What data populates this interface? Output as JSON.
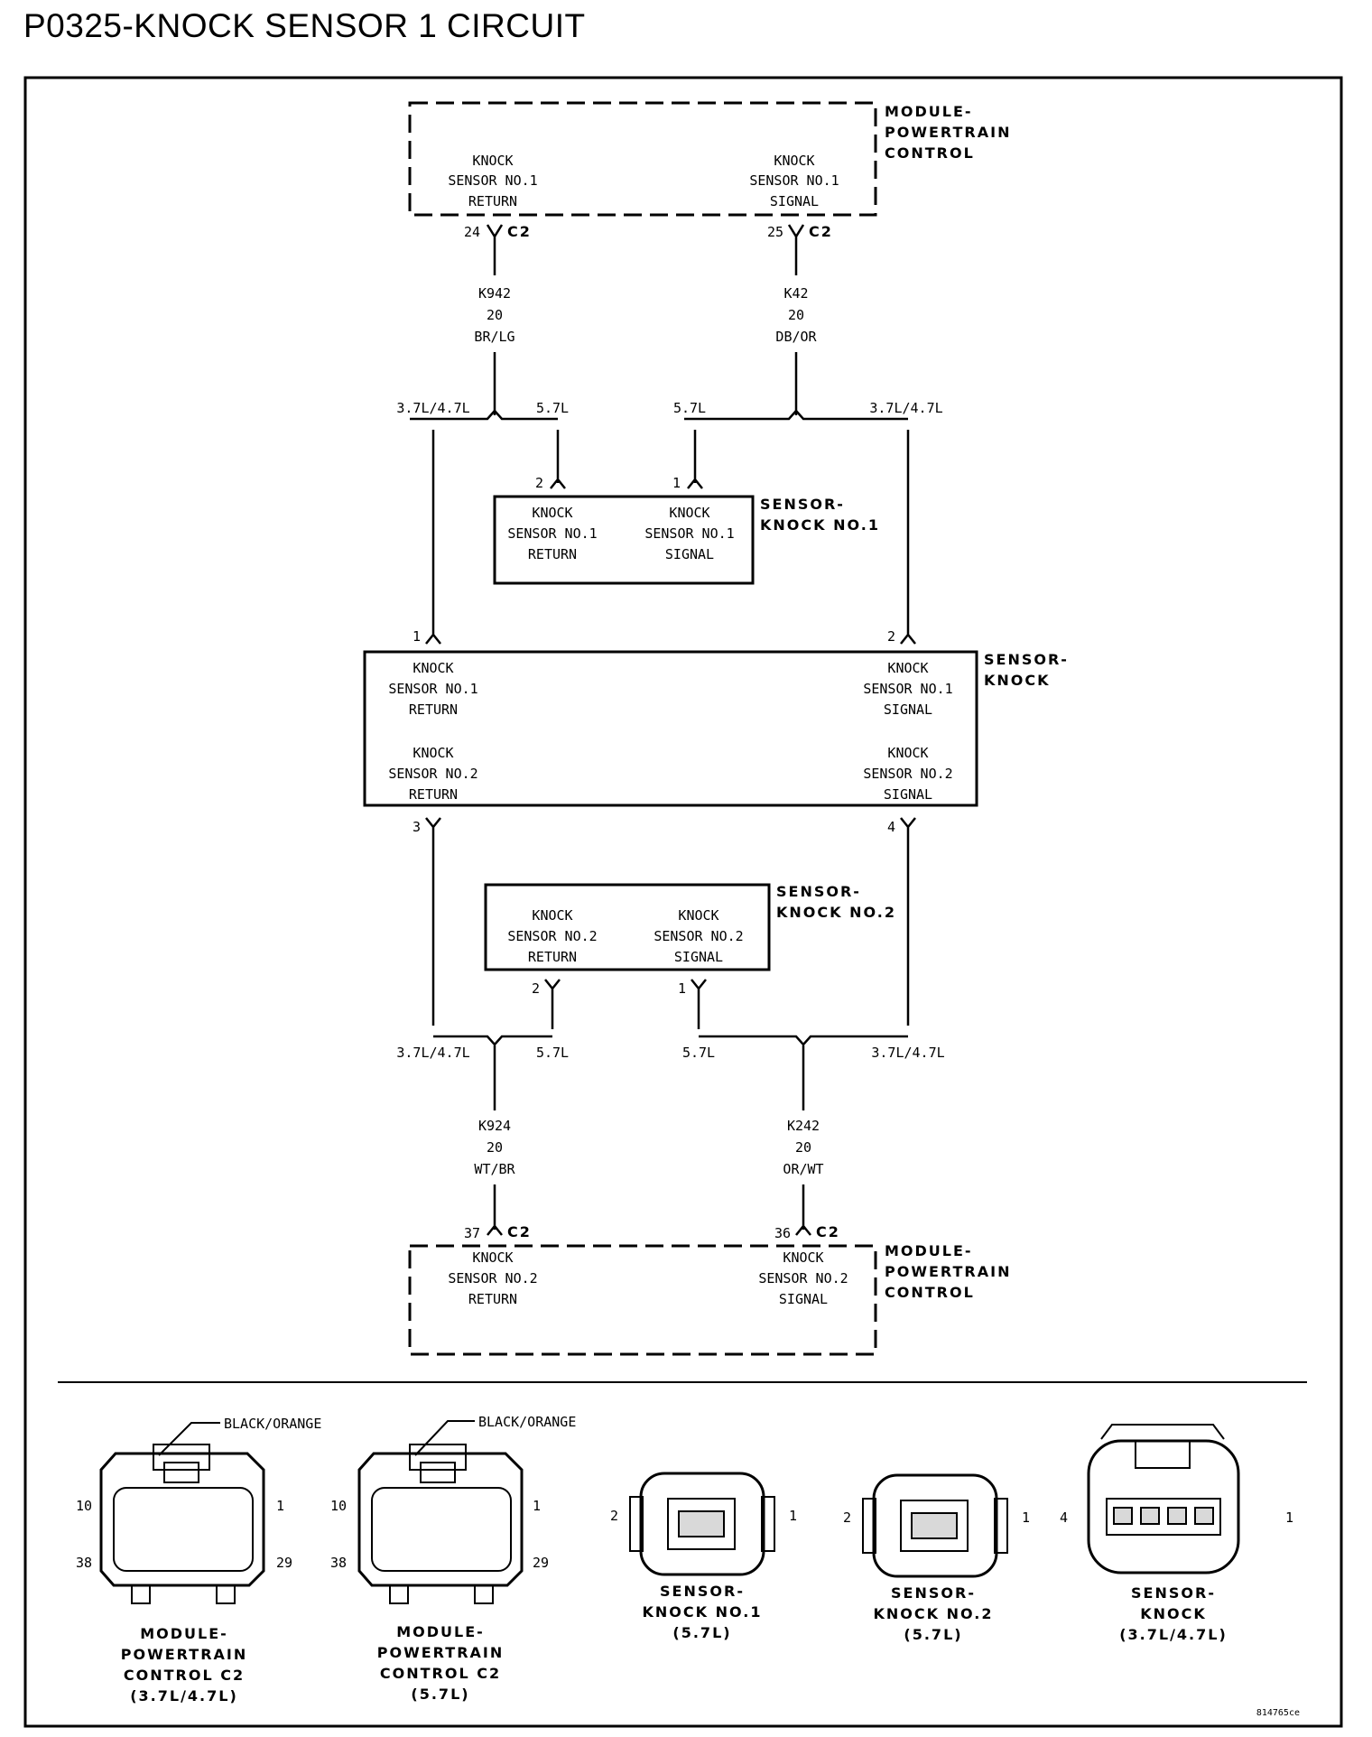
{
  "title": "P0325-KNOCK SENSOR 1 CIRCUIT",
  "pcm_top": {
    "name": [
      "MODULE-",
      "POWERTRAIN",
      "CONTROL"
    ],
    "left_pin": [
      "KNOCK",
      "SENSOR NO.1",
      "RETURN"
    ],
    "right_pin": [
      "KNOCK",
      "SENSOR NO.1",
      "SIGNAL"
    ],
    "left_cavity": "24",
    "left_conn": "C2",
    "right_cavity": "25",
    "right_conn": "C2"
  },
  "wire_top_left": [
    "K942",
    "20",
    "BR/LG"
  ],
  "wire_top_right": [
    "K42",
    "20",
    "DB/OR"
  ],
  "split_top": {
    "a": "3.7L/4.7L",
    "b": "5.7L",
    "c": "5.7L",
    "d": "3.7L/4.7L"
  },
  "sensor1": {
    "name": [
      "SENSOR-",
      "KNOCK NO.1"
    ],
    "left_pin": [
      "KNOCK",
      "SENSOR NO.1",
      "RETURN"
    ],
    "right_pin": [
      "KNOCK",
      "SENSOR NO.1",
      "SIGNAL"
    ],
    "left_cavity": "2",
    "right_cavity": "1"
  },
  "sensor_knock": {
    "name": [
      "SENSOR-",
      "KNOCK"
    ],
    "tl": [
      "KNOCK",
      "SENSOR NO.1",
      "RETURN"
    ],
    "tr": [
      "KNOCK",
      "SENSOR NO.1",
      "SIGNAL"
    ],
    "bl": [
      "KNOCK",
      "SENSOR NO.2",
      "RETURN"
    ],
    "br": [
      "KNOCK",
      "SENSOR NO.2",
      "SIGNAL"
    ],
    "cav_tl": "1",
    "cav_tr": "2",
    "cav_bl": "3",
    "cav_br": "4"
  },
  "sensor2": {
    "name": [
      "SENSOR-",
      "KNOCK NO.2"
    ],
    "left_pin": [
      "KNOCK",
      "SENSOR NO.2",
      "RETURN"
    ],
    "right_pin": [
      "KNOCK",
      "SENSOR NO.2",
      "SIGNAL"
    ],
    "left_cavity": "2",
    "right_cavity": "1"
  },
  "split_bottom": {
    "a": "3.7L/4.7L",
    "b": "5.7L",
    "c": "5.7L",
    "d": "3.7L/4.7L"
  },
  "wire_bottom_left": [
    "K924",
    "20",
    "WT/BR"
  ],
  "wire_bottom_right": [
    "K242",
    "20",
    "OR/WT"
  ],
  "pcm_bottom": {
    "name": [
      "MODULE-",
      "POWERTRAIN",
      "CONTROL"
    ],
    "left_pin": [
      "KNOCK",
      "SENSOR NO.2",
      "RETURN"
    ],
    "right_pin": [
      "KNOCK",
      "SENSOR NO.2",
      "SIGNAL"
    ],
    "left_cavity": "37",
    "left_conn": "C2",
    "right_cavity": "36",
    "right_conn": "C2"
  },
  "connectors": [
    {
      "caption": [
        "MODULE-",
        "POWERTRAIN",
        "CONTROL C2",
        "(3.7L/4.7L)"
      ],
      "pins": [
        "10",
        "1",
        "38",
        "29"
      ],
      "callout": "BLACK/ORANGE"
    },
    {
      "caption": [
        "MODULE-",
        "POWERTRAIN",
        "CONTROL C2",
        "(5.7L)"
      ],
      "pins": [
        "10",
        "1",
        "38",
        "29"
      ],
      "callout": "BLACK/ORANGE"
    },
    {
      "caption": [
        "SENSOR-",
        "KNOCK NO.1",
        "(5.7L)"
      ],
      "pins": [
        "2",
        "1"
      ]
    },
    {
      "caption": [
        "SENSOR-",
        "KNOCK NO.2",
        "(5.7L)"
      ],
      "pins": [
        "2",
        "1"
      ]
    },
    {
      "caption": [
        "SENSOR-",
        "KNOCK",
        "(3.7L/4.7L)"
      ],
      "pins": [
        "4",
        "1"
      ]
    }
  ],
  "figure_id": "814765ce"
}
